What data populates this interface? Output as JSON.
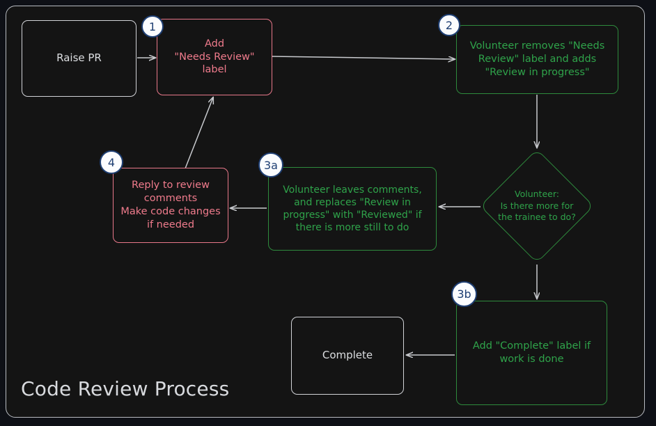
{
  "diagram": {
    "title": "Code Review Process",
    "type": "flowchart",
    "colors": {
      "background": "#141414",
      "page_background": "#0e1016",
      "frame_border": "#b9bcc2",
      "plain_border": "#d2d4d8",
      "plain_text": "#dcdee1",
      "red": "#ef7b8c",
      "green": "#2fa34a",
      "green_border": "#2e8b3d",
      "badge_fill": "#fbfcfe",
      "badge_border": "#1f3f73",
      "badge_text": "#1f3f73",
      "edge": "#c9cbcf"
    },
    "nodes": [
      {
        "id": "raise-pr",
        "label": "Raise PR",
        "style": "plain",
        "badge": null
      },
      {
        "id": "step-1",
        "label": "Add\n\"Needs Review\"\nlabel",
        "style": "red",
        "badge": "1"
      },
      {
        "id": "step-2",
        "label": "Volunteer removes \"Needs\nReview\" label and adds\n\"Review in progress\"",
        "style": "green",
        "badge": "2"
      },
      {
        "id": "decision",
        "label": "Volunteer:\nIs there more for\nthe trainee to do?",
        "style": "green-diamond",
        "badge": null
      },
      {
        "id": "step-3a",
        "label": "Volunteer leaves comments,\nand replaces \"Review in\nprogress\" with \"Reviewed\" if\nthere is more still to do",
        "style": "green",
        "badge": "3a"
      },
      {
        "id": "step-4",
        "label": "Reply to review\ncomments\nMake code changes\nif needed",
        "style": "red",
        "badge": "4"
      },
      {
        "id": "step-3b",
        "label": "Add \"Complete\" label if\nwork is done",
        "style": "green",
        "badge": "3b"
      },
      {
        "id": "complete",
        "label": "Complete",
        "style": "plain",
        "badge": null
      }
    ],
    "node_text": {
      "raise_pr": "Raise PR",
      "step1_l1": "Add",
      "step1_l2": "\"Needs Review\"",
      "step1_l3": "label",
      "step2_l1": "Volunteer removes \"Needs",
      "step2_l2": "Review\" label and adds",
      "step2_l3": "\"Review in progress\"",
      "decision_l1": "Volunteer:",
      "decision_l2": "Is there more for",
      "decision_l3": "the trainee to do?",
      "step3a_l1": "Volunteer leaves comments,",
      "step3a_l2": "and replaces \"Review in",
      "step3a_l3": "progress\" with \"Reviewed\" if",
      "step3a_l4": "there is more still to do",
      "step4_l1": "Reply to review",
      "step4_l2": "comments",
      "step4_l3": "Make code changes",
      "step4_l4": "if needed",
      "step3b_l1": "Add \"Complete\" label if",
      "step3b_l2": "work is done",
      "complete": "Complete"
    },
    "badges": {
      "b1": "1",
      "b2": "2",
      "b3a": "3a",
      "b3b": "3b",
      "b4": "4"
    },
    "edges": [
      {
        "from": "raise-pr",
        "to": "step-1",
        "label": ""
      },
      {
        "from": "step-1",
        "to": "step-2",
        "label": ""
      },
      {
        "from": "step-2",
        "to": "decision",
        "label": ""
      },
      {
        "from": "decision",
        "to": "step-3a",
        "label": ""
      },
      {
        "from": "decision",
        "to": "step-3b",
        "label": ""
      },
      {
        "from": "step-3a",
        "to": "step-4",
        "label": ""
      },
      {
        "from": "step-4",
        "to": "step-1",
        "label": ""
      },
      {
        "from": "step-3b",
        "to": "complete",
        "label": ""
      }
    ]
  }
}
